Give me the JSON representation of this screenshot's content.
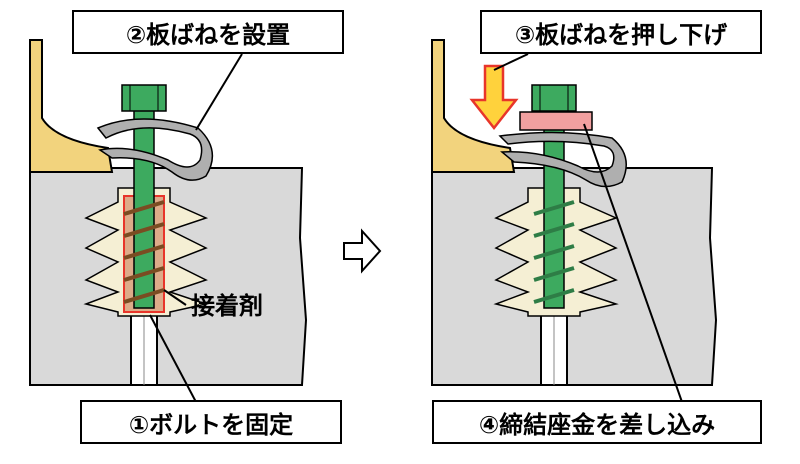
{
  "labels": {
    "step1": "①ボルトを固定",
    "step2": "②板ばねを設置",
    "step3": "③板ばねを押し下げ",
    "step4": "④締結座金を差し込み",
    "adhesive": "接着剤"
  },
  "icons": {
    "transition": "outline-right-arrow-icon",
    "press": "down-arrow-icon"
  },
  "colors": {
    "rail": "#F2D37D",
    "bolt": "#3DAA5F",
    "washer": "#F2A0A0",
    "adhesive": "#C8734A",
    "sleeper": "#D9D9D9",
    "spring": "#AFAFAF",
    "press_arrow_fill": "#FFD23C",
    "press_arrow_stroke": "#E8352A"
  }
}
